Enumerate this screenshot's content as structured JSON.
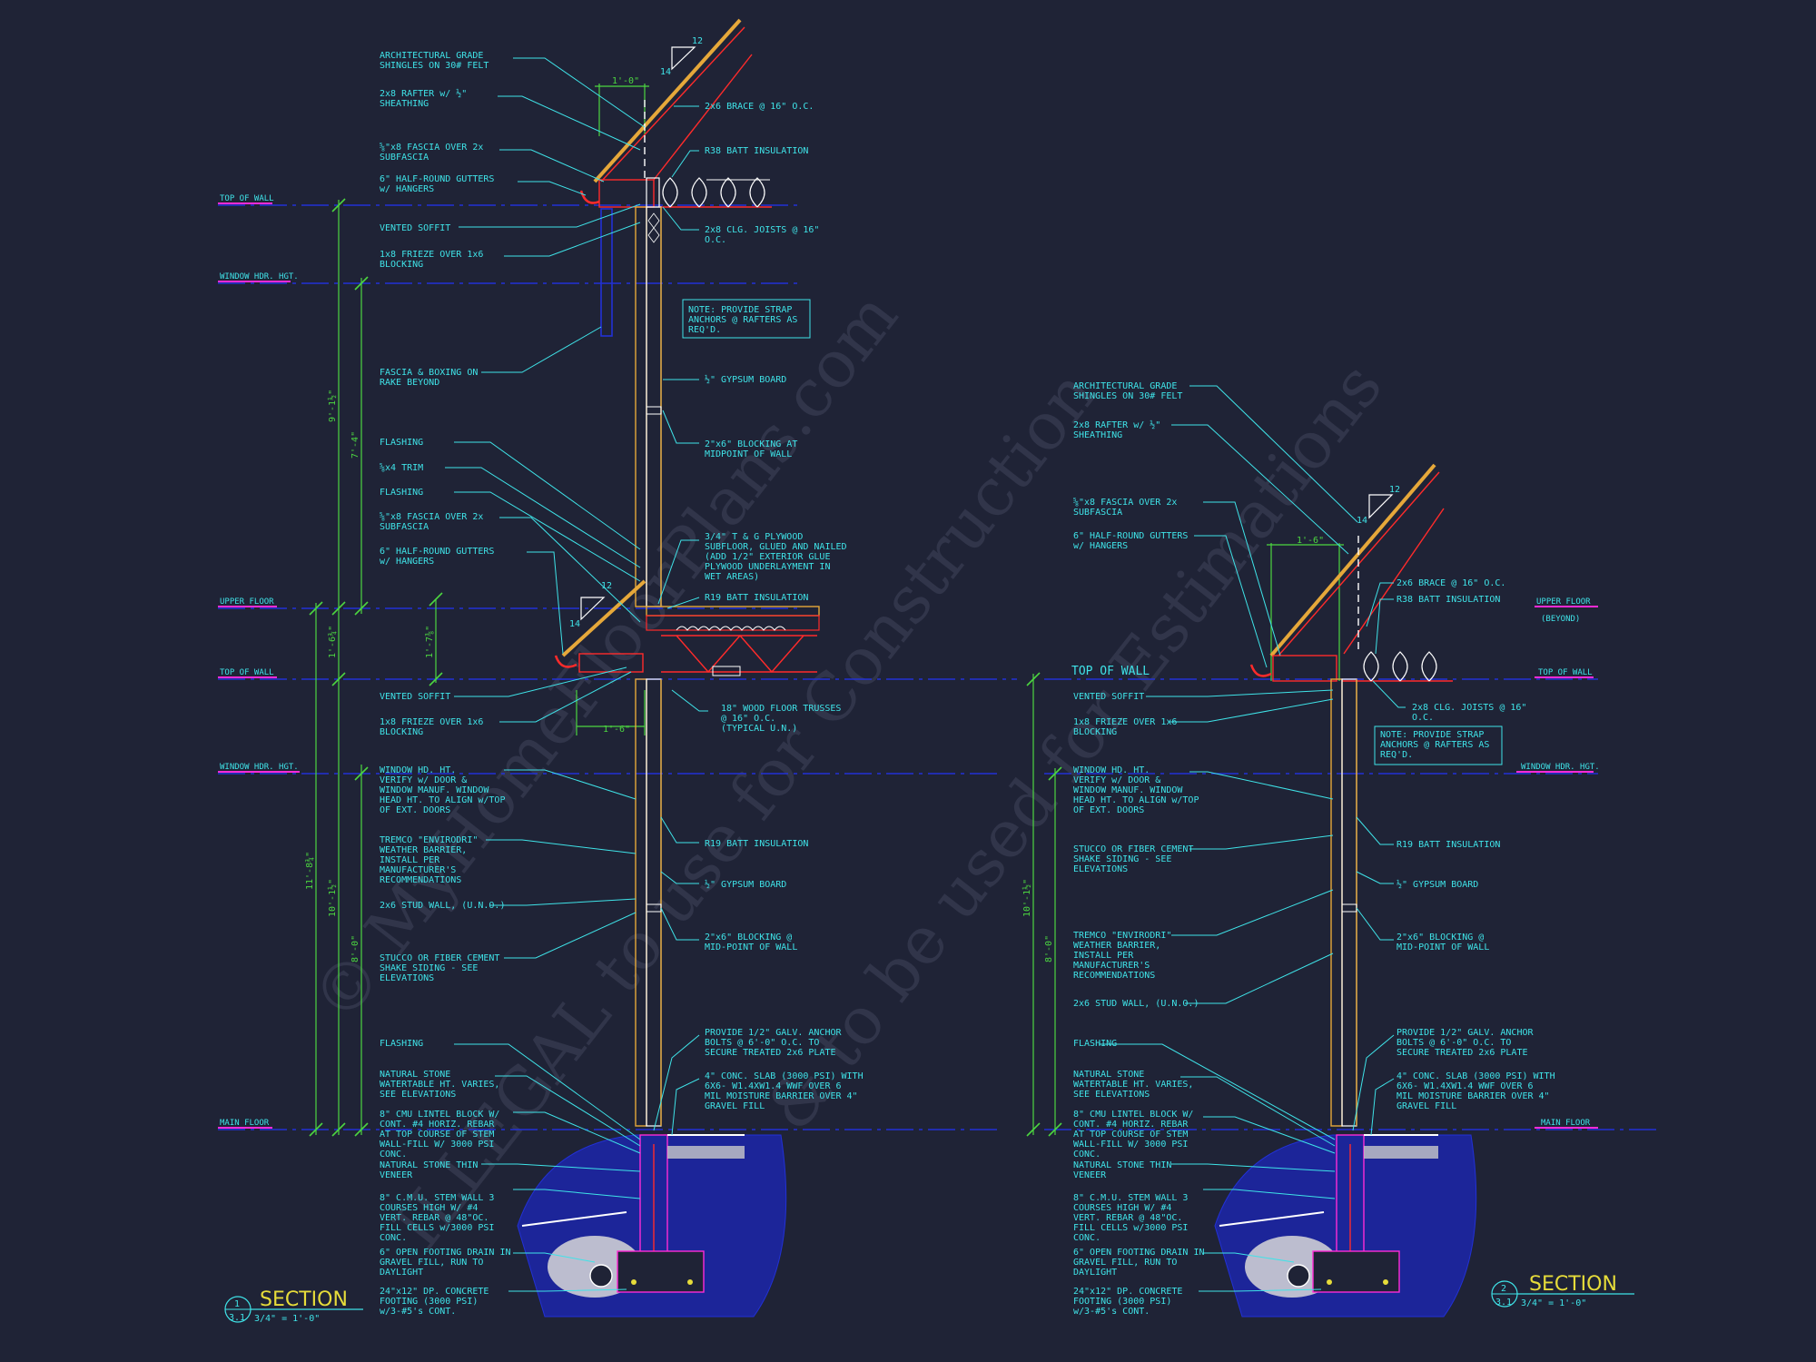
{
  "watermark": {
    "line1": "© MyHomeFloorPlans.com",
    "line2": "ILLEGAL to use for Construction",
    "line3": "& to be used for Estimations"
  },
  "levels": {
    "top_of_wall": "TOP OF WALL",
    "window_hdr": "WINDOW HDR. HGT.",
    "upper_floor": "UPPER FLOOR",
    "main_floor": "MAIN FLOOR",
    "beyond": "(BEYOND)"
  },
  "pitch": {
    "rise": "12",
    "run": "14"
  },
  "dims": {
    "overhang": "1'-0\"",
    "overhang2": "1'-6\"",
    "d_9_1": "9'-1½\"",
    "d_7_4": "7'-4\"",
    "d_1_6": "1'-6¾\"",
    "d_1_7": "1'-7⅜\"",
    "d_11_8": "11'-8¾\"",
    "d_10_1": "10'-1½\"",
    "d_8_0": "8'-0\""
  },
  "section1": {
    "title": "SECTION",
    "number": "1",
    "sheet": "3.1",
    "scale": "3/4\" = 1'-0\"",
    "left_notes": [
      {
        "lines": [
          "ARCHITECTURAL GRADE",
          "SHINGLES ON 30# FELT"
        ]
      },
      {
        "lines": [
          "2x8 RAFTER w/ ½\"",
          "SHEATHING"
        ]
      },
      {
        "lines": [
          "⅝\"x8 FASCIA OVER 2x",
          "SUBFASCIA"
        ]
      },
      {
        "lines": [
          "6\" HALF-ROUND  GUTTERS",
          "w/ HANGERS"
        ]
      },
      {
        "lines": [
          "VENTED SOFFIT"
        ]
      },
      {
        "lines": [
          "1x8 FRIEZE OVER 1x6",
          "BLOCKING"
        ]
      },
      {
        "lines": [
          "FASCIA & BOXING ON",
          "RAKE BEYOND"
        ]
      },
      {
        "lines": [
          "FLASHING"
        ]
      },
      {
        "lines": [
          "⅝x4 TRIM"
        ]
      },
      {
        "lines": [
          "FLASHING"
        ]
      },
      {
        "lines": [
          "⅝\"x8 FASCIA OVER 2x",
          "SUBFASCIA"
        ]
      },
      {
        "lines": [
          "6\" HALF-ROUND  GUTTERS",
          "w/ HANGERS"
        ]
      },
      {
        "lines": [
          "VENTED SOFFIT"
        ]
      },
      {
        "lines": [
          "1x8 FRIEZE OVER 1x6",
          "BLOCKING"
        ]
      },
      {
        "lines": [
          "WINDOW HD. HT.",
          "VERIFY w/ DOOR &",
          "WINDOW MANUF. WINDOW",
          "HEAD HT. TO ALIGN w/TOP",
          "OF EXT. DOORS"
        ]
      },
      {
        "lines": [
          "TREMCO \"ENVIRODRI\"",
          "WEATHER BARRIER,",
          "INSTALL PER",
          "MANUFACTURER'S",
          "RECOMMENDATIONS"
        ]
      },
      {
        "lines": [
          "2x6 STUD WALL, (U.N.O.)"
        ]
      },
      {
        "lines": [
          "STUCCO OR FIBER CEMENT",
          "SHAKE SIDING - SEE",
          "ELEVATIONS"
        ]
      },
      {
        "lines": [
          "FLASHING"
        ]
      },
      {
        "lines": [
          "NATURAL STONE",
          "WATERTABLE HT. VARIES,",
          "SEE ELEVATIONS"
        ]
      },
      {
        "lines": [
          "8\" CMU LINTEL BLOCK W/",
          "CONT. #4 HORIZ. REBAR",
          "AT TOP COURSE OF STEM",
          "WALL-FILL W/ 3000 PSI",
          "CONC."
        ]
      },
      {
        "lines": [
          "NATURAL STONE THIN",
          "VENEER"
        ]
      },
      {
        "lines": [
          "8\" C.M.U. STEM WALL 3",
          "COURSES HIGH W/ #4",
          "VERT. REBAR @ 48\"OC.",
          "FILL CELLS w/3000 PSI",
          "CONC."
        ]
      },
      {
        "lines": [
          "6\" OPEN FOOTING DRAIN IN",
          "GRAVEL FILL, RUN TO",
          "DAYLIGHT"
        ]
      },
      {
        "lines": [
          "24\"x12\" DP. CONCRETE",
          "FOOTING (3000 PSI)",
          "w/3-#5's CONT."
        ]
      }
    ],
    "right_notes": [
      {
        "lines": [
          "2x6 BRACE @ 16\" O.C."
        ]
      },
      {
        "lines": [
          "R38 BATT INSULATION"
        ]
      },
      {
        "lines": [
          "2x8 CLG. JOISTS @ 16\"",
          "O.C."
        ]
      },
      {
        "lines": [
          "NOTE: PROVIDE STRAP",
          "ANCHORS @ RAFTERS AS",
          "REQ'D."
        ]
      },
      {
        "lines": [
          "½\" GYPSUM BOARD"
        ]
      },
      {
        "lines": [
          "2\"x6\" BLOCKING AT",
          "MIDPOINT OF WALL"
        ]
      },
      {
        "lines": [
          "3/4\" T & G PLYWOOD",
          "SUBFLOOR, GLUED AND NAILED",
          "(ADD 1/2\" EXTERIOR GLUE",
          "PLYWOOD UNDERLAYMENT IN",
          "WET AREAS)"
        ]
      },
      {
        "lines": [
          "R19 BATT INSULATION"
        ]
      },
      {
        "lines": [
          "18\" WOOD FLOOR TRUSSES",
          "@ 16\" O.C.",
          "(TYPICAL U.N.)"
        ]
      },
      {
        "lines": [
          "R19 BATT INSULATION"
        ]
      },
      {
        "lines": [
          "½\" GYPSUM BOARD"
        ]
      },
      {
        "lines": [
          "2\"x6\" BLOCKING @",
          "MID-POINT OF WALL"
        ]
      },
      {
        "lines": [
          "PROVIDE 1/2\" GALV. ANCHOR",
          "BOLTS @ 6'-0\" O.C. TO",
          "SECURE TREATED 2x6 PLATE"
        ]
      },
      {
        "lines": [
          "4\" CONC. SLAB (3000 PSI) WITH",
          "6X6- W1.4XW1.4 WWF OVER 6",
          "MIL MOISTURE BARRIER OVER 4\"",
          "GRAVEL FILL"
        ]
      }
    ]
  },
  "section2": {
    "title": "SECTION",
    "number": "2",
    "sheet": "3.1",
    "scale": "3/4\" = 1'-0\"",
    "top_of_wall_big": "TOP OF WALL",
    "left_notes": [
      {
        "lines": [
          "ARCHITECTURAL GRADE",
          "SHINGLES ON 30# FELT"
        ]
      },
      {
        "lines": [
          "2x8 RAFTER w/ ½\"",
          "SHEATHING"
        ]
      },
      {
        "lines": [
          "⅝\"x8 FASCIA OVER 2x",
          "SUBFASCIA"
        ]
      },
      {
        "lines": [
          "6\" HALF-ROUND  GUTTERS",
          "w/ HANGERS"
        ]
      },
      {
        "lines": [
          "VENTED SOFFIT"
        ]
      },
      {
        "lines": [
          "1x8 FRIEZE OVER 1x6",
          "BLOCKING"
        ]
      },
      {
        "lines": [
          "WINDOW HD. HT.",
          "VERIFY w/ DOOR &",
          "WINDOW MANUF. WINDOW",
          "HEAD HT. TO ALIGN w/TOP",
          "OF EXT. DOORS"
        ]
      },
      {
        "lines": [
          "STUCCO OR FIBER CEMENT",
          "SHAKE SIDING - SEE",
          "ELEVATIONS"
        ]
      },
      {
        "lines": [
          "TREMCO \"ENVIRODRI\"",
          "WEATHER BARRIER,",
          "INSTALL PER",
          "MANUFACTURER'S",
          "RECOMMENDATIONS"
        ]
      },
      {
        "lines": [
          "2x6 STUD WALL, (U.N.O.)"
        ]
      },
      {
        "lines": [
          "FLASHING"
        ]
      },
      {
        "lines": [
          "NATURAL STONE",
          "WATERTABLE HT. VARIES,",
          "SEE ELEVATIONS"
        ]
      },
      {
        "lines": [
          "8\" CMU LINTEL BLOCK W/",
          "CONT. #4 HORIZ. REBAR",
          "AT TOP COURSE OF STEM",
          "WALL-FILL W/ 3000 PSI",
          "CONC."
        ]
      },
      {
        "lines": [
          "NATURAL STONE THIN",
          "VENEER"
        ]
      },
      {
        "lines": [
          "8\" C.M.U. STEM WALL 3",
          "COURSES HIGH W/ #4",
          "VERT. REBAR @ 48\"OC.",
          "FILL CELLS w/3000 PSI",
          "CONC."
        ]
      },
      {
        "lines": [
          "6\" OPEN FOOTING DRAIN IN",
          "GRAVEL FILL, RUN TO",
          "DAYLIGHT"
        ]
      },
      {
        "lines": [
          "24\"x12\" DP. CONCRETE",
          "FOOTING (3000 PSI)",
          "w/3-#5's CONT."
        ]
      }
    ],
    "right_notes": [
      {
        "lines": [
          "2x6 BRACE @ 16\" O.C."
        ]
      },
      {
        "lines": [
          "R38 BATT INSULATION"
        ]
      },
      {
        "lines": [
          "2x8 CLG. JOISTS @ 16\"",
          "O.C."
        ]
      },
      {
        "lines": [
          "NOTE: PROVIDE STRAP",
          "ANCHORS @ RAFTERS AS",
          "REQ'D."
        ]
      },
      {
        "lines": [
          "R19 BATT INSULATION"
        ]
      },
      {
        "lines": [
          "½\" GYPSUM BOARD"
        ]
      },
      {
        "lines": [
          "2\"x6\" BLOCKING @",
          "MID-POINT OF WALL"
        ]
      },
      {
        "lines": [
          "PROVIDE 1/2\" GALV. ANCHOR",
          "BOLTS @ 6'-0\" O.C. TO",
          "SECURE TREATED 2x6 PLATE"
        ]
      },
      {
        "lines": [
          "4\" CONC. SLAB (3000 PSI) WITH",
          "6X6- W1.4XW1.4 WWF OVER 6",
          "MIL MOISTURE BARRIER OVER 4\"",
          "GRAVEL FILL"
        ]
      }
    ]
  },
  "colors": {
    "background": "#1f2336",
    "leader": "#3fe3e8",
    "dimension": "#4cd640",
    "level_line": "#2231d6",
    "level_tag": "#ff2bd6",
    "rafter": "#e6a83a",
    "wall": "#ff2b2b",
    "title": "#e6dc3a",
    "soil": "#1c2599"
  }
}
